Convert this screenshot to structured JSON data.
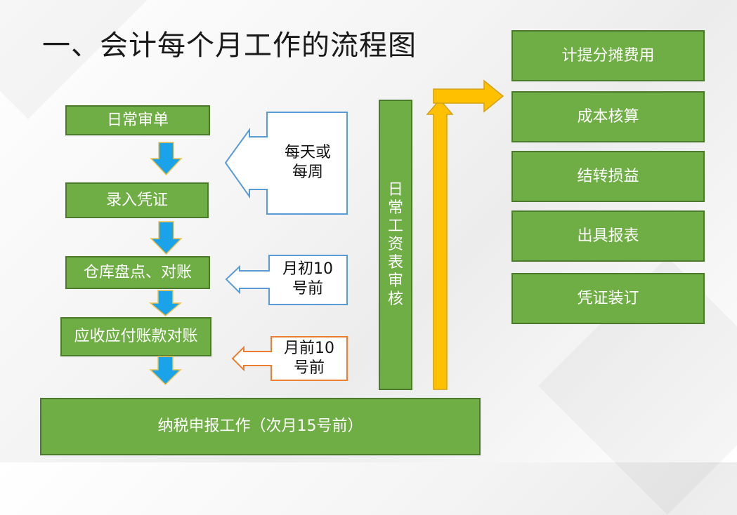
{
  "title": "一、会计每个月工作的流程图",
  "left_flow": [
    "日常审单",
    "录入凭证",
    "仓库盘点、对账",
    "应收应付账款对账"
  ],
  "callouts": [
    {
      "text_line1": "每天或",
      "text_line2": "每周"
    },
    {
      "text_line1": "月初10",
      "text_line2": "号前"
    },
    {
      "text_line1": "月前10",
      "text_line2": "号前"
    }
  ],
  "vertical_box": [
    "日",
    "常",
    "工",
    "资",
    "表",
    "审",
    "核"
  ],
  "bottom_box": "纳税申报工作（次月15号前）",
  "right_steps": [
    "计提分摊费用",
    "成本核算",
    "结转损益",
    "出具报表",
    "凭证装订"
  ],
  "colors": {
    "box_fill": "#6fae44",
    "box_border": "#4b7a2c",
    "down_arrow": "#1aa3e8",
    "up_arrow": "#ffc000",
    "callout_blue": "#5b9bd5",
    "callout_orange": "#ed7d31"
  }
}
